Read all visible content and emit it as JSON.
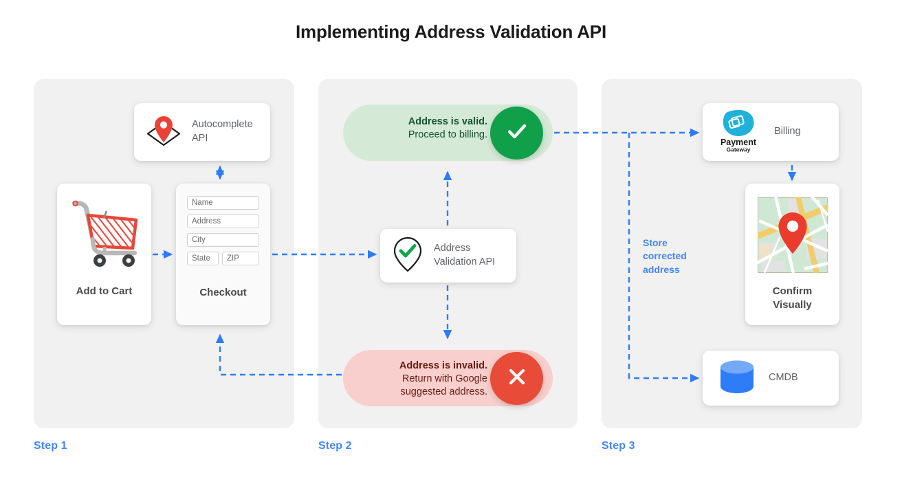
{
  "page": {
    "title": "Implementing Address Validation API",
    "background": "#ffffff",
    "accent_blue": "#4285f4",
    "panel_bg": "#f1f1f1"
  },
  "steps": [
    {
      "label": "Step 1"
    },
    {
      "label": "Step 2"
    },
    {
      "label": "Step 3"
    }
  ],
  "step1": {
    "autocomplete_card": {
      "label_line1": "Autocomplete",
      "label_line2": "API",
      "icon": "map-pin-diamond-icon"
    },
    "cart_card": {
      "label": "Add to Cart",
      "icon": "shopping-cart-icon"
    },
    "checkout_card": {
      "label": "Checkout",
      "fields": [
        {
          "name": "name-field",
          "placeholder": "Name"
        },
        {
          "name": "address-field",
          "placeholder": "Address"
        },
        {
          "name": "city-field",
          "placeholder": "City"
        },
        {
          "name": "state-field",
          "placeholder": "State"
        },
        {
          "name": "zip-field",
          "placeholder": "ZIP"
        }
      ]
    }
  },
  "step2": {
    "valid_pill": {
      "line1": "Address is valid.",
      "line2": "Proceed to billing.",
      "bg_color": "#d4ead6",
      "badge_color": "#10a04a",
      "badge_icon": "check-icon"
    },
    "invalid_pill": {
      "line1": "Address is invalid.",
      "line2": "Return with Google",
      "line3": "suggested address.",
      "bg_color": "#f8cfcc",
      "badge_color": "#e84b37",
      "badge_icon": "close-icon"
    },
    "validation_card": {
      "label_line1": "Address",
      "label_line2": "Validation API",
      "icon": "map-pin-check-icon"
    }
  },
  "step3": {
    "billing_card": {
      "label": "Billing",
      "logo_line1": "Payment",
      "logo_line2": "Gateway",
      "icon": "payment-gateway-icon"
    },
    "map_card": {
      "label_line1": "Confirm",
      "label_line2": "Visually",
      "icon": "map-thumbnail-icon"
    },
    "cmdb_card": {
      "label": "CMDB",
      "icon": "database-icon"
    },
    "annotation": {
      "line1": "Store",
      "line2": "corrected",
      "line3": "address"
    }
  }
}
